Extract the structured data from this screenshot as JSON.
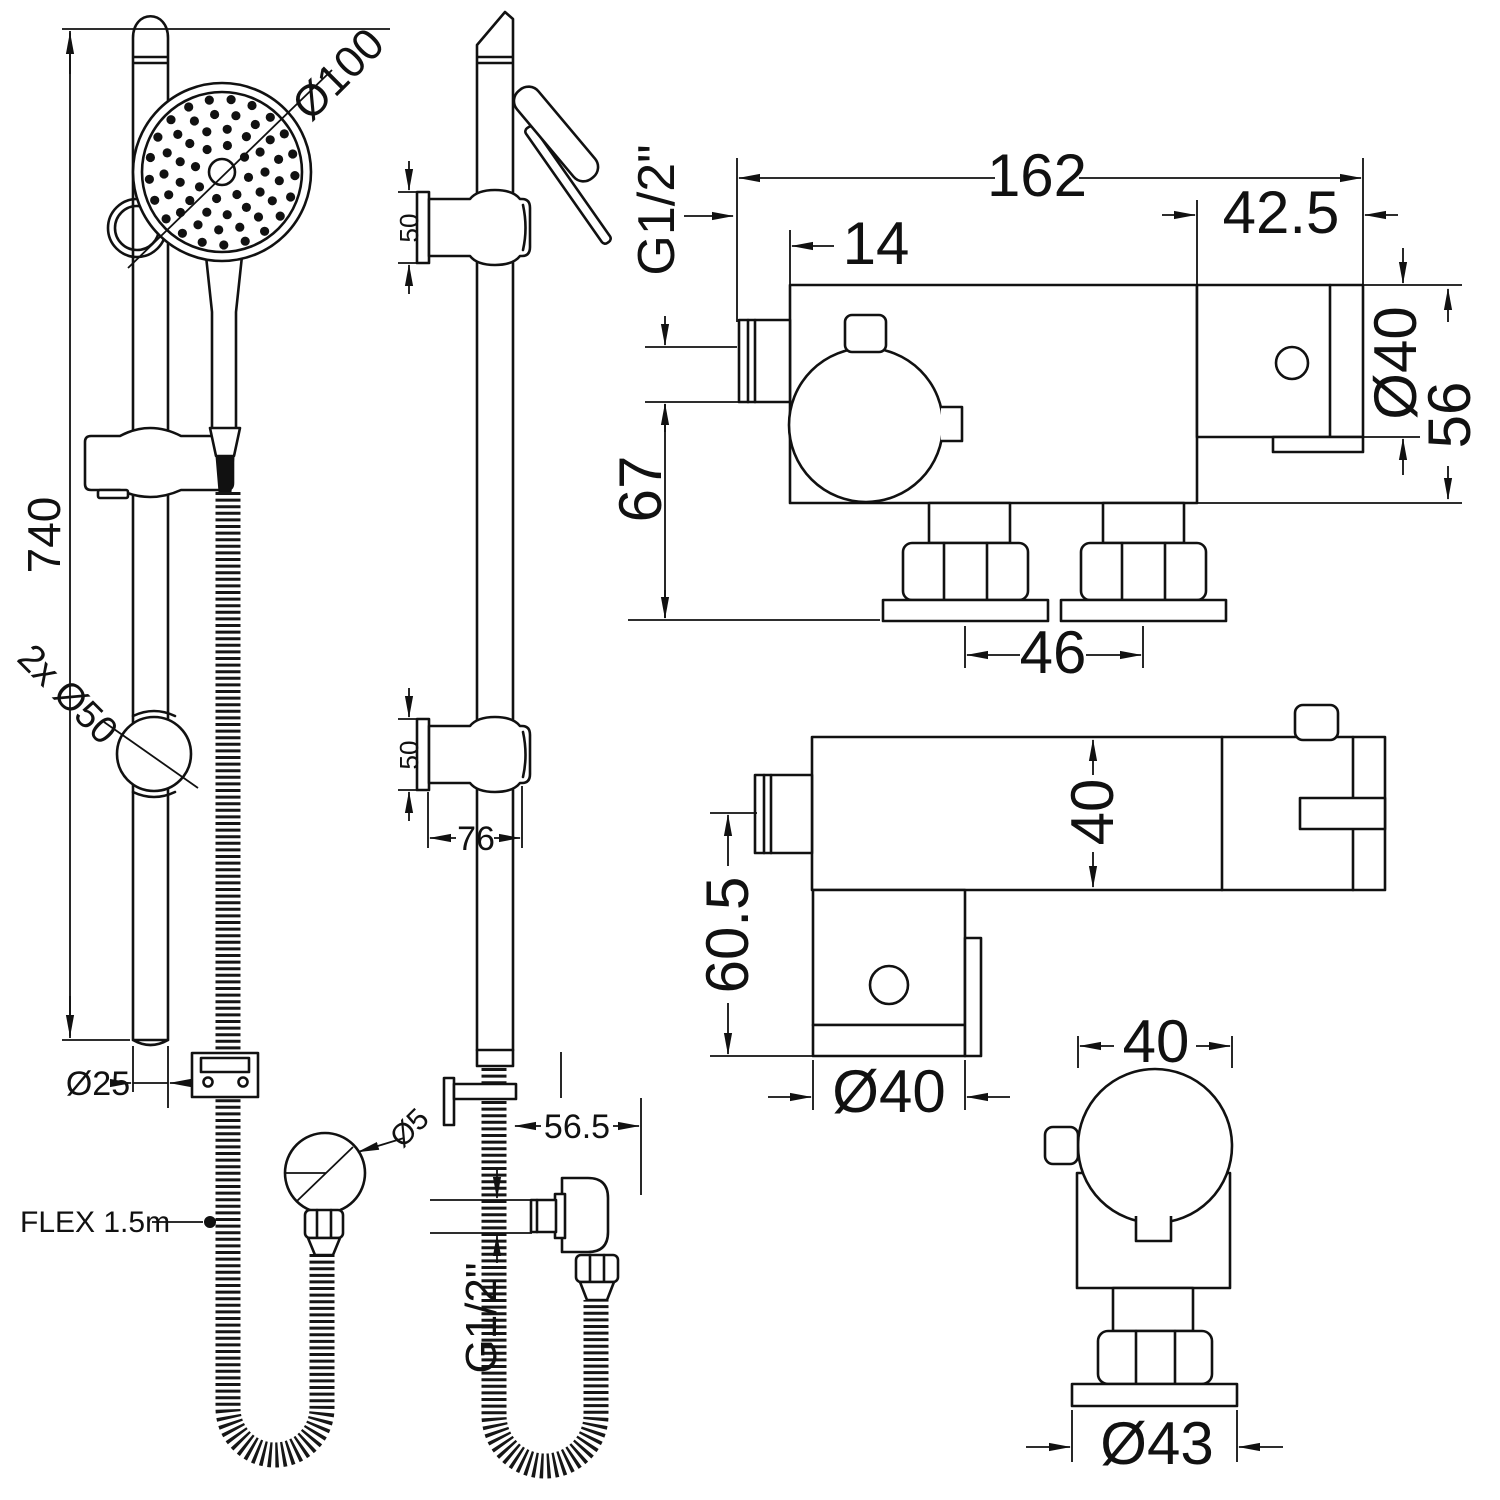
{
  "front": {
    "shower_head_dia": "Ø100",
    "rail_length": "740",
    "glide_knob_dia": "2x Ø50",
    "rail_dia": "Ø25",
    "hose_label": "FLEX 1.5m",
    "outlet_dia": "Ø5"
  },
  "side": {
    "bracket_top_height": "50",
    "bracket_bottom_height": "50",
    "bracket_depth": "76",
    "outlet_offset": "56.5",
    "outlet_thread": "G1/2\""
  },
  "valve_front": {
    "overall_width": "162",
    "inlet_offset": "14",
    "cartridge_length": "42.5",
    "outlet_thread": "G1/2\"",
    "body_dia": "Ø40",
    "body_height": "56",
    "outlet_height": "67",
    "inlet_spacing": "46"
  },
  "valve_side": {
    "body_depth": "40",
    "overall_depth": "60.5",
    "knob_dia": "Ø40"
  },
  "valve_end": {
    "knob_depth": "40",
    "flange_dia": "Ø43"
  },
  "colors": {
    "line": "#111111",
    "background": "#ffffff"
  }
}
